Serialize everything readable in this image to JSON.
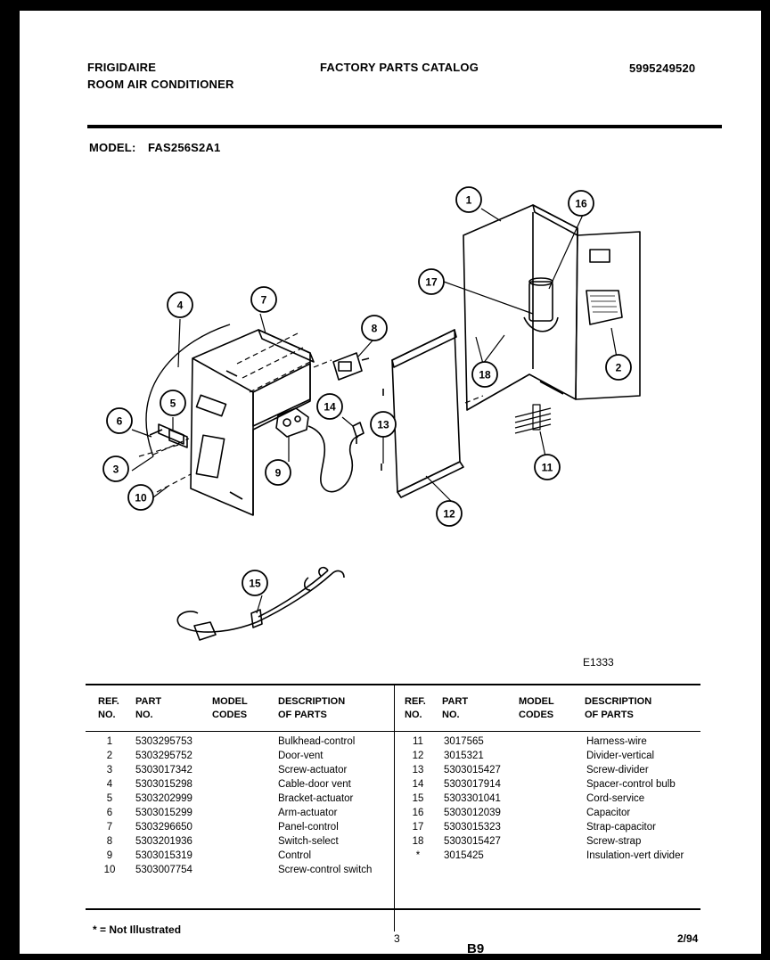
{
  "header": {
    "brand": "FRIGIDAIRE",
    "product": "ROOM AIR CONDITIONER",
    "catalog": "FACTORY PARTS CATALOG",
    "catalog_no": "5995249520",
    "model_label": "MODEL:",
    "model": "FAS256S2A1"
  },
  "diagram": {
    "code": "E1333",
    "callouts": [
      "1",
      "2",
      "3",
      "4",
      "5",
      "6",
      "7",
      "8",
      "9",
      "10",
      "11",
      "12",
      "13",
      "14",
      "15",
      "16",
      "17",
      "18"
    ]
  },
  "table": {
    "headers": {
      "ref": "REF.",
      "ref2": "NO.",
      "part": "PART",
      "part2": "NO.",
      "model": "MODEL",
      "model2": "CODES",
      "desc": "DESCRIPTION",
      "desc2": "OF PARTS"
    },
    "left_rows": [
      {
        "ref": "1",
        "part": "5303295753",
        "desc": "Bulkhead-control"
      },
      {
        "ref": "2",
        "part": "5303295752",
        "desc": "Door-vent"
      },
      {
        "ref": "3",
        "part": "5303017342",
        "desc": "Screw-actuator"
      },
      {
        "ref": "4",
        "part": "5303015298",
        "desc": "Cable-door vent"
      },
      {
        "ref": "5",
        "part": "5303202999",
        "desc": "Bracket-actuator"
      },
      {
        "ref": "6",
        "part": "5303015299",
        "desc": "Arm-actuator"
      },
      {
        "ref": "7",
        "part": "5303296650",
        "desc": "Panel-control"
      },
      {
        "ref": "8",
        "part": "5303201936",
        "desc": "Switch-select"
      },
      {
        "ref": "9",
        "part": "5303015319",
        "desc": "Control"
      },
      {
        "ref": "10",
        "part": "5303007754",
        "desc": "Screw-control switch"
      }
    ],
    "right_rows": [
      {
        "ref": "11",
        "part": "3017565",
        "desc": "Harness-wire"
      },
      {
        "ref": "12",
        "part": "3015321",
        "desc": "Divider-vertical"
      },
      {
        "ref": "13",
        "part": "5303015427",
        "desc": "Screw-divider"
      },
      {
        "ref": "14",
        "part": "5303017914",
        "desc": "Spacer-control bulb"
      },
      {
        "ref": "15",
        "part": "5303301041",
        "desc": "Cord-service"
      },
      {
        "ref": "16",
        "part": "5303012039",
        "desc": "Capacitor"
      },
      {
        "ref": "17",
        "part": "5303015323",
        "desc": "Strap-capacitor"
      },
      {
        "ref": "18",
        "part": "5303015427",
        "desc": "Screw-strap"
      },
      {
        "ref": "*",
        "part": "3015425",
        "desc": "Insulation-vert divider"
      }
    ]
  },
  "footer": {
    "note": "* = Not Illustrated",
    "page": "3",
    "section": "B9",
    "date": "2/94"
  }
}
